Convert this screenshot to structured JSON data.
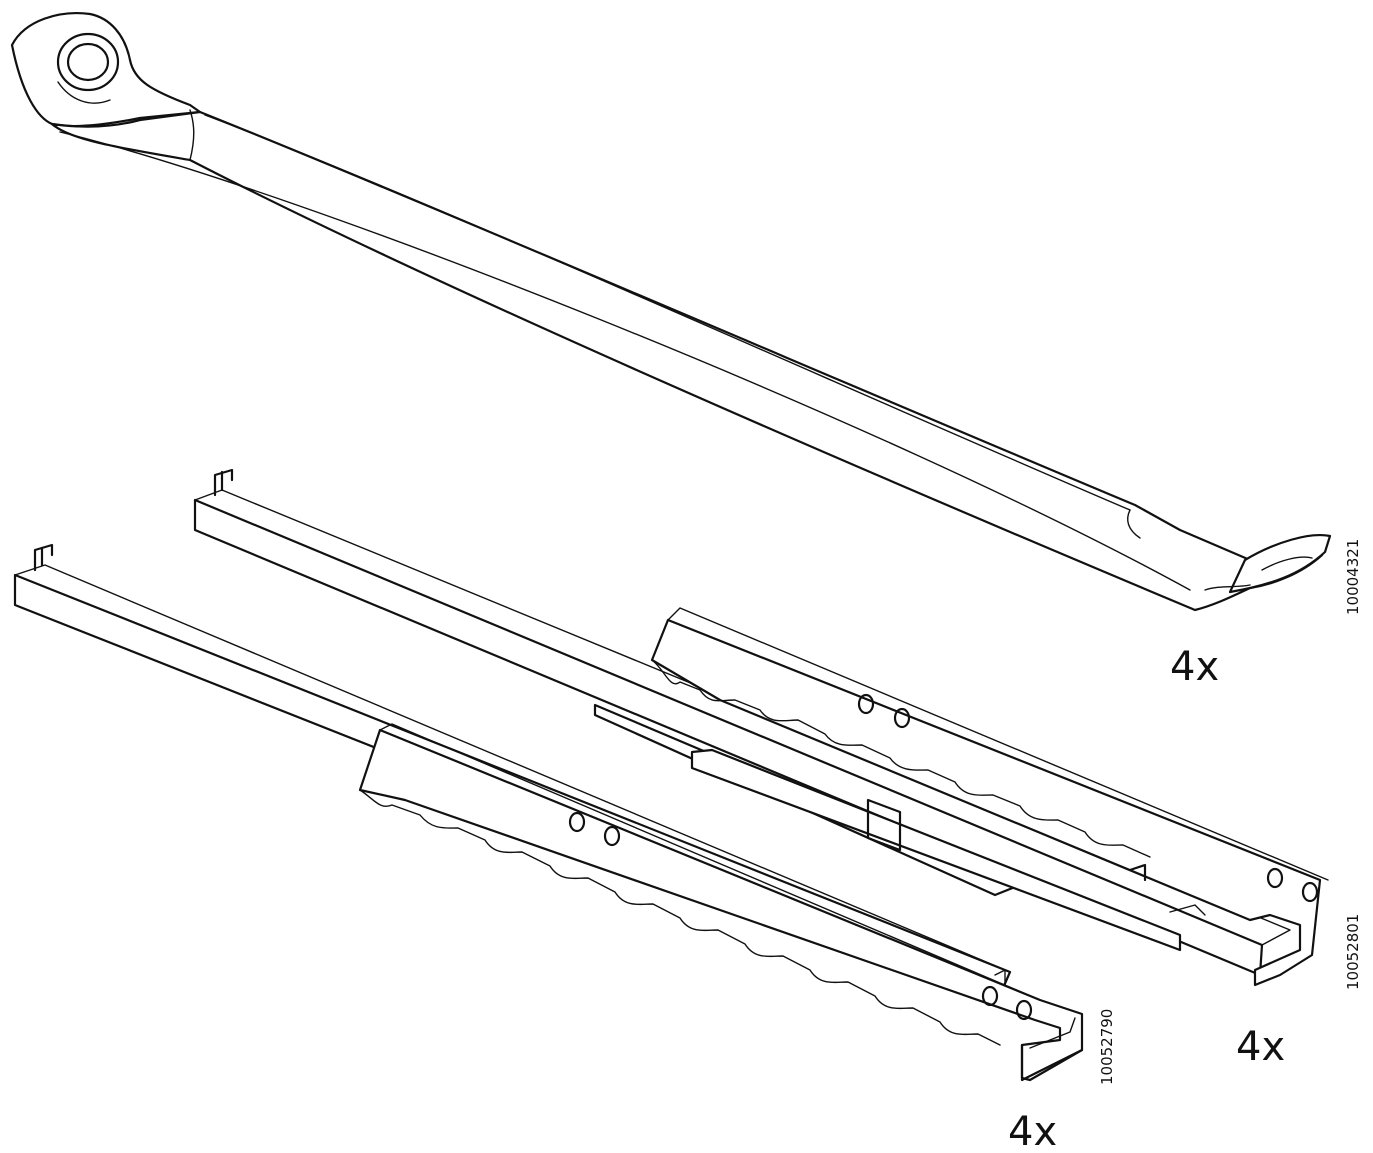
{
  "colors": {
    "line": "#111111",
    "background": "#ffffff"
  },
  "parts": [
    {
      "id": "stay-arm",
      "icon": "stay-arm-icon",
      "quantity": "4x",
      "code": "10004321"
    },
    {
      "id": "slide-rail-upper",
      "icon": "drawer-slide-icon",
      "quantity": "4x",
      "code": "10052801"
    },
    {
      "id": "slide-rail-lower",
      "icon": "drawer-slide-icon",
      "quantity": "4x",
      "code": "10052790"
    }
  ]
}
